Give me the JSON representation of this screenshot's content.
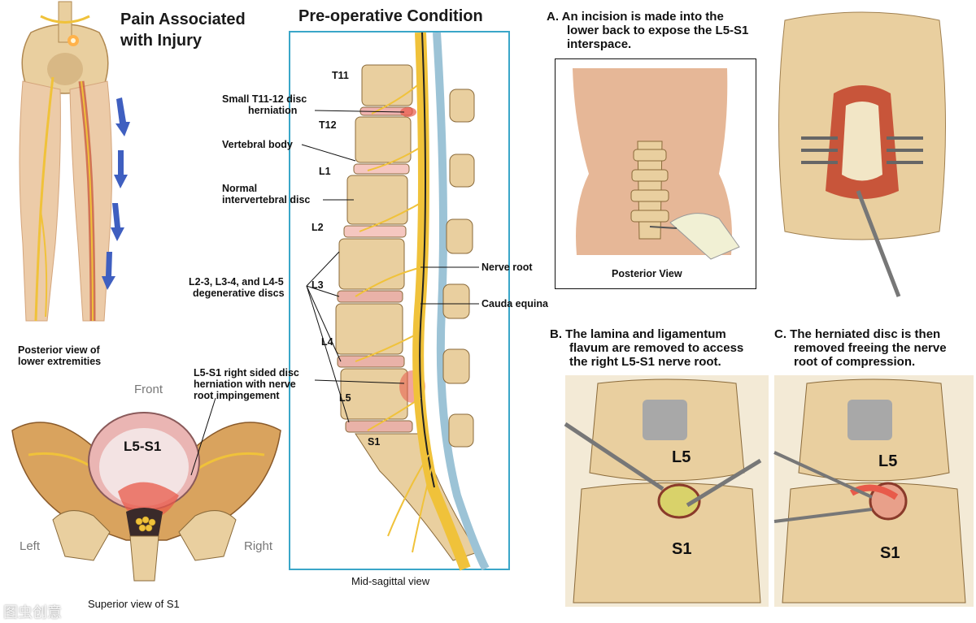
{
  "legs": {
    "title_line1": "Pain Associated",
    "title_line2": "with Injury",
    "caption_line1": "Posterior view of",
    "caption_line2": "lower extremities"
  },
  "pelvis": {
    "front": "Front",
    "left": "Left",
    "right": "Right",
    "disc": "L5-S1",
    "caption": "Superior view of S1"
  },
  "spine": {
    "title": "Pre-operative Condition",
    "caption": "Mid-sagittal view",
    "levels": [
      "T11",
      "T12",
      "L1",
      "L2",
      "L3",
      "L4",
      "L5",
      "S1"
    ],
    "callouts": {
      "herniation_top_1": "Small T11-12 disc",
      "herniation_top_2": "herniation",
      "vertebral_body": "Vertebral body",
      "normal_disc_1": "Normal",
      "normal_disc_2": "intervertebral disc",
      "degen_1": "L2-3, L3-4, and L4-5",
      "degen_2": "degenerative discs",
      "l5s1_1": "L5-S1 right sided disc",
      "l5s1_2": "herniation with nerve",
      "l5s1_3": "root impingement",
      "nerve_root": "Nerve root",
      "cauda_equina": "Cauda equina"
    }
  },
  "steps": {
    "a_line1": "A.  An incision is made into the",
    "a_line2": "lower back to expose the L5-S1",
    "a_line3": "interspace.",
    "a_caption": "Posterior View",
    "b_line1": "B.  The lamina and ligamentum",
    "b_line2": "flavum are removed to access",
    "b_line3": "the right L5-S1 nerve root.",
    "c_line1": "C.  The herniated disc is then",
    "c_line2": "removed freeing the nerve",
    "c_line3": "root of compression.",
    "b_upper": "L5",
    "b_lower": "S1",
    "c_upper": "L5",
    "c_lower": "S1"
  },
  "watermark": "图虫创意",
  "colors": {
    "frame": "#3aa6c8",
    "bone": "#e9cf9f",
    "bone_dark": "#c9a66b",
    "nerve": "#f0c23a",
    "muscle": "#c8553a",
    "skin": "#e6b797",
    "disc_red": "#e85a4a"
  }
}
